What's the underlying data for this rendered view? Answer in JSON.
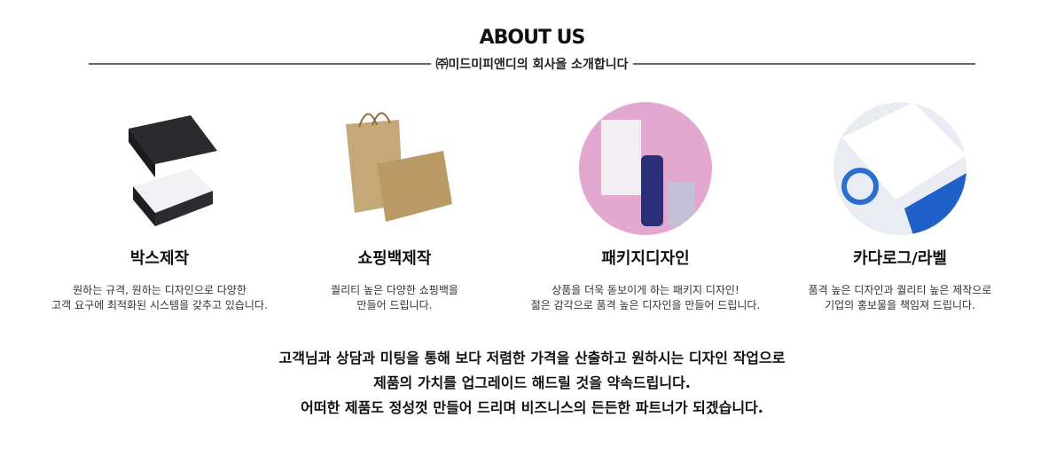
{
  "header": {
    "title": "ABOUT US",
    "subtitle": "㈜미드미피앤디의 회사을 소개합니다"
  },
  "services": [
    {
      "title": "박스제작",
      "lines": [
        "원하는 규격, 원하는 디자인으로 다양한",
        "고객 요구에 최적화된 시스템을 갖추고 있습니다."
      ]
    },
    {
      "title": "쇼핑백제작",
      "lines": [
        "퀄리티 높은 다양한 쇼핑백을",
        "만들어 드립니다."
      ]
    },
    {
      "title": "패키지디자인",
      "lines": [
        "상품을 더욱 돋보이게 하는 패키지 디자인!",
        "젊은 감각으로 품격 높은 디자인을 만들어 드립니다."
      ]
    },
    {
      "title": "카다로그/라벨",
      "lines": [
        "품격 높은 디자인과 퀄리티 높은 제작으로",
        "기업의 홍보물을 책임져 드립니다."
      ]
    }
  ],
  "closing": [
    "고객님과 상담과 미팅을 통해 보다 저렴한 가격을 산출하고 원하시는 디자인 작업으로",
    "제품의 가치를 업그레이드 해드릴 것을 약속드립니다.",
    "어떠한 제품도 정성껏 만들어 드리며 비즈니스의 든든한 파트너가 되겠습니다."
  ]
}
